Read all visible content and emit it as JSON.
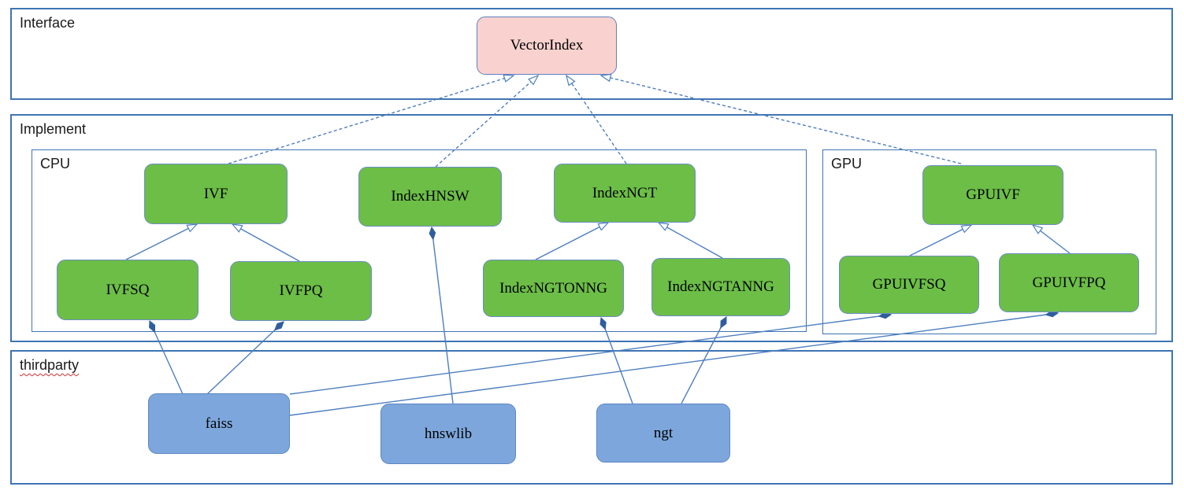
{
  "containers": [
    {
      "id": "interface",
      "label": "Interface"
    },
    {
      "id": "implement",
      "label": "Implement"
    },
    {
      "id": "cpu",
      "label": "CPU"
    },
    {
      "id": "gpu",
      "label": "GPU"
    },
    {
      "id": "thirdparty",
      "label": "thirdparty"
    }
  ],
  "nodes": [
    {
      "id": "vectorindex",
      "label": "VectorIndex",
      "kind": "interface",
      "container": "interface"
    },
    {
      "id": "ivf",
      "label": "IVF",
      "kind": "implementation",
      "container": "cpu"
    },
    {
      "id": "indexhnsw",
      "label": "IndexHNSW",
      "kind": "implementation",
      "container": "cpu"
    },
    {
      "id": "indexngt",
      "label": "IndexNGT",
      "kind": "implementation",
      "container": "cpu"
    },
    {
      "id": "ivfsq",
      "label": "IVFSQ",
      "kind": "implementation",
      "container": "cpu"
    },
    {
      "id": "ivfpq",
      "label": "IVFPQ",
      "kind": "implementation",
      "container": "cpu"
    },
    {
      "id": "indexngtonng",
      "label": "IndexNGTONNG",
      "kind": "implementation",
      "container": "cpu"
    },
    {
      "id": "indexngtanng",
      "label": "IndexNGTANNG",
      "kind": "implementation",
      "container": "cpu"
    },
    {
      "id": "gpuivf",
      "label": "GPUIVF",
      "kind": "implementation",
      "container": "gpu"
    },
    {
      "id": "gpuivfsq",
      "label": "GPUIVFSQ",
      "kind": "implementation",
      "container": "gpu"
    },
    {
      "id": "gpuivfpq",
      "label": "GPUIVFPQ",
      "kind": "implementation",
      "container": "gpu"
    },
    {
      "id": "faiss",
      "label": "faiss",
      "kind": "thirdparty",
      "container": "thirdparty"
    },
    {
      "id": "hnswlib",
      "label": "hnswlib",
      "kind": "thirdparty",
      "container": "thirdparty"
    },
    {
      "id": "ngt",
      "label": "ngt",
      "kind": "thirdparty",
      "container": "thirdparty"
    }
  ],
  "edges": [
    {
      "from": "IVF",
      "to": "VectorIndex",
      "type": "realization"
    },
    {
      "from": "IndexHNSW",
      "to": "VectorIndex",
      "type": "realization"
    },
    {
      "from": "IndexNGT",
      "to": "VectorIndex",
      "type": "realization"
    },
    {
      "from": "GPUIVF",
      "to": "VectorIndex",
      "type": "realization"
    },
    {
      "from": "IVFSQ",
      "to": "IVF",
      "type": "inheritance"
    },
    {
      "from": "IVFPQ",
      "to": "IVF",
      "type": "inheritance"
    },
    {
      "from": "IndexNGTONNG",
      "to": "IndexNGT",
      "type": "inheritance"
    },
    {
      "from": "IndexNGTANNG",
      "to": "IndexNGT",
      "type": "inheritance"
    },
    {
      "from": "GPUIVFSQ",
      "to": "GPUIVF",
      "type": "inheritance"
    },
    {
      "from": "GPUIVFPQ",
      "to": "GPUIVF",
      "type": "inheritance"
    },
    {
      "from": "faiss",
      "to": "IVFSQ",
      "type": "composition"
    },
    {
      "from": "faiss",
      "to": "IVFPQ",
      "type": "composition"
    },
    {
      "from": "hnswlib",
      "to": "IndexHNSW",
      "type": "composition"
    },
    {
      "from": "ngt",
      "to": "IndexNGTONNG",
      "type": "composition"
    },
    {
      "from": "ngt",
      "to": "IndexNGTANNG",
      "type": "composition"
    },
    {
      "from": "faiss",
      "to": "GPUIVFSQ",
      "type": "composition"
    },
    {
      "from": "faiss",
      "to": "GPUIVFPQ",
      "type": "composition"
    }
  ],
  "colors": {
    "interface_node_fill": "#f9d2d0",
    "interface_node_border": "#6080c0",
    "implement_node_fill": "#6cbe47",
    "implement_node_border": "#6d8dc3",
    "thirdparty_node_fill": "#7da7dc",
    "thirdparty_node_border": "#5e87c2",
    "container_border": "#3f74b3",
    "edge_line": "#4d7ec0",
    "diamond_fill": "#2f5e9e",
    "spellcheck_wave": "#d03030"
  }
}
